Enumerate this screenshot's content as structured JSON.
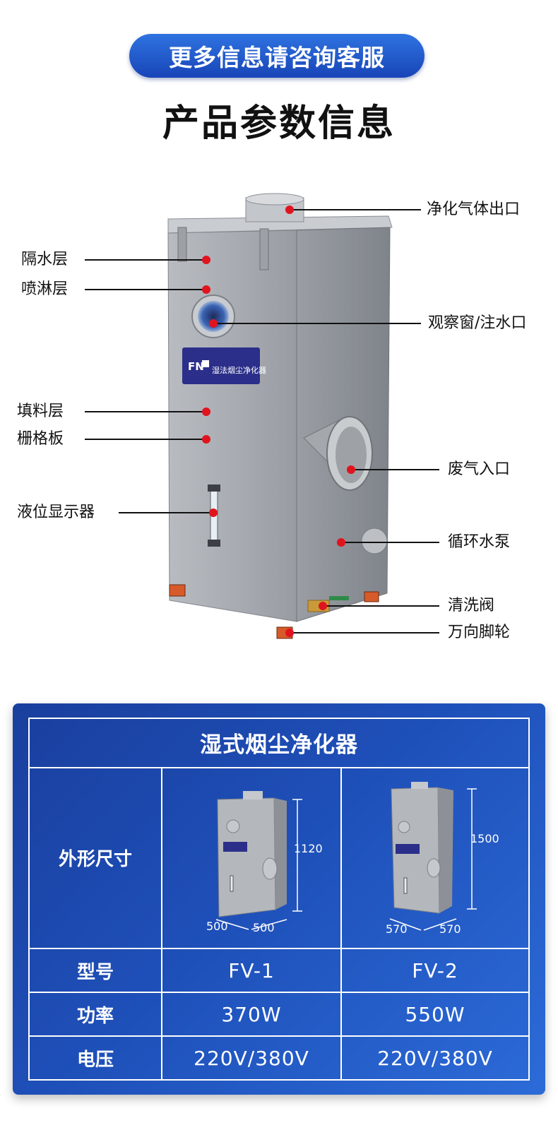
{
  "header": {
    "pill_text": "更多信息请咨询客服",
    "title": "产品参数信息"
  },
  "product": {
    "badge_text": "湿法烟尘净化器",
    "logo_text": "FN",
    "callouts_left": [
      {
        "id": "water-barrier",
        "label": "隔水层"
      },
      {
        "id": "spray-layer",
        "label": "喷淋层"
      },
      {
        "id": "packing-layer",
        "label": "填料层"
      },
      {
        "id": "grid-plate",
        "label": "栅格板"
      },
      {
        "id": "level-indicator",
        "label": "液位显示器"
      }
    ],
    "callouts_right": [
      {
        "id": "clean-outlet",
        "label": "净化气体出口"
      },
      {
        "id": "window-inlet",
        "label": "观察窗/注水口"
      },
      {
        "id": "exhaust-inlet",
        "label": "废气入口"
      },
      {
        "id": "pump",
        "label": "循环水泵"
      },
      {
        "id": "wash-valve",
        "label": "清洗阀"
      },
      {
        "id": "casters",
        "label": "万向脚轮"
      }
    ],
    "colors": {
      "dot": "#e0141e",
      "steel": "#a9adb2",
      "badge": "#2b2f8a"
    }
  },
  "spec_table": {
    "title": "湿式烟尘净化器",
    "rows": [
      {
        "label": "外形尺寸"
      },
      {
        "label": "型号",
        "fv1": "FV-1",
        "fv2": "FV-2"
      },
      {
        "label": "功率",
        "fv1": "370W",
        "fv2": "550W"
      },
      {
        "label": "电压",
        "fv1": "220V/380V",
        "fv2": "220V/380V"
      }
    ],
    "fv1_dims": {
      "height": "1120",
      "width": "500",
      "depth": "500"
    },
    "fv2_dims": {
      "height": "1500",
      "width": "570",
      "depth": "570"
    },
    "colors": {
      "panel": "#1e4fb8",
      "border": "#ffffff"
    }
  }
}
